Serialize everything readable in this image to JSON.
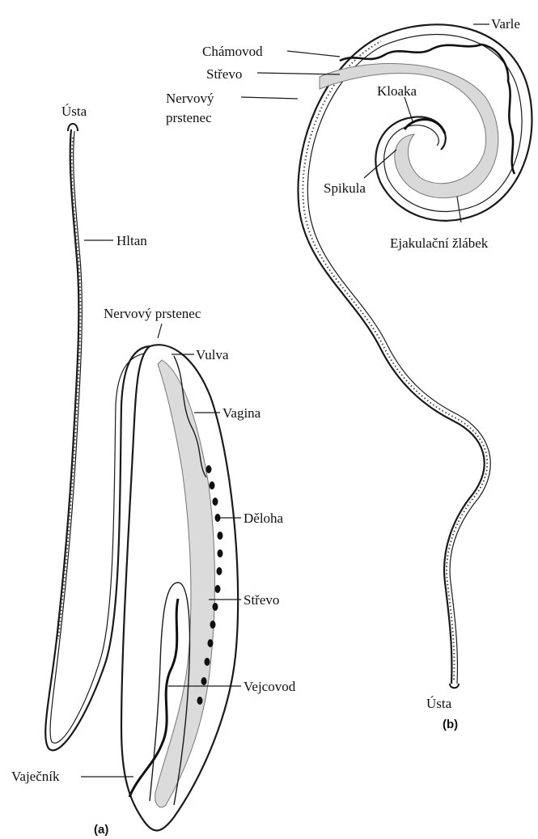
{
  "female": {
    "panel_label": "(a)",
    "labels": {
      "mouth": "Ústa",
      "pharynx": "Hltan",
      "nerve_ring": "Nervový prstenec",
      "vulva": "Vulva",
      "vagina": "Vagina",
      "uterus": "Děloha",
      "intestine": "Střevo",
      "oviduct": "Vejcovod",
      "ovary": "Vaječník"
    }
  },
  "male": {
    "panel_label": "(b)",
    "labels": {
      "testis": "Varle",
      "vas_deferens": "Chámovod",
      "intestine": "Střevo",
      "nerve_ring_line1": "Nervový",
      "nerve_ring_line2": "prstenec",
      "cloaca": "Kloaka",
      "spicule": "Spikula",
      "ejaculatory_groove": "Ejakulační žlábek",
      "mouth": "Ústa"
    }
  },
  "colors": {
    "outline": "#1a1a1a",
    "stipple": "#9a9a9a",
    "background": "#ffffff"
  }
}
